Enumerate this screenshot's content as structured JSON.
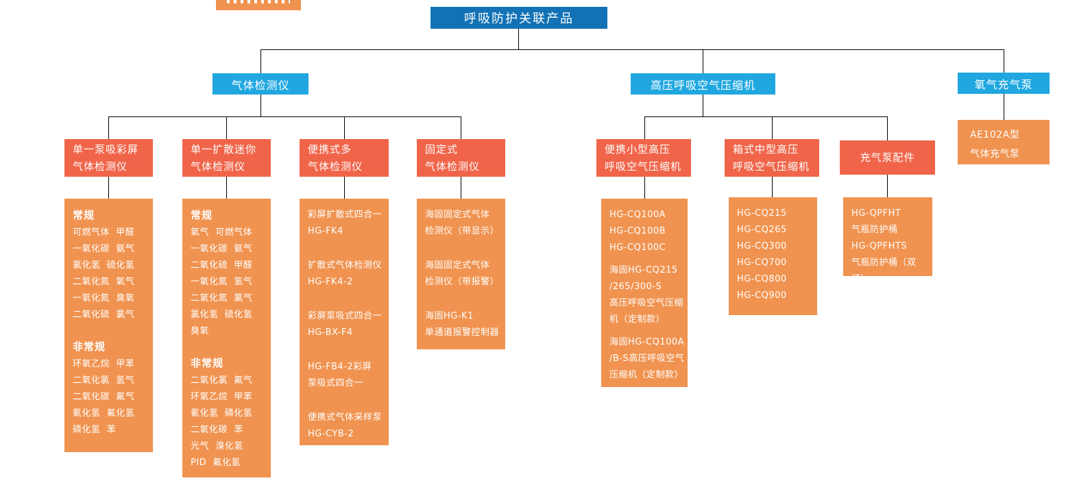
{
  "root": {
    "label": "呼吸防护关联产品"
  },
  "top_clipped": {
    "label": ""
  },
  "branches": {
    "gas_detector": {
      "label": "气体检测仪"
    },
    "compressor": {
      "label": "高压呼吸空气压缩机"
    },
    "oxygen_pump": {
      "label": "氧气充气泵"
    }
  },
  "columns": [
    {
      "id": "single-pump-colorscreen",
      "header": [
        "单一泵吸彩屏",
        "气体检测仪"
      ],
      "sections": [
        {
          "title": "常规",
          "rows": [
            "可燃气体  甲醛",
            "一氧化碳  氨气",
            "氯化氢  硫化氢",
            "二氧化氮  氧气",
            "一氧化氮  臭氧",
            "二氧化硫  氯气"
          ]
        },
        {
          "title": "非常规",
          "rows": [
            "环氧乙烷  甲苯",
            "二氧化氯  氢气",
            "二氧化碳  氟气",
            "氰化氢  氟化氢",
            "磷化氢  苯"
          ]
        }
      ]
    },
    {
      "id": "single-diffusion-mini",
      "header": [
        "单一扩散迷你",
        "气体检测仪"
      ],
      "sections": [
        {
          "title": "常规",
          "rows": [
            "氧气  可燃气体",
            "一氧化碳  氨气",
            "二氧化硫  甲醛",
            "一氧化氮  氢气",
            "二氧化氮  氯气",
            "氯化氢  硫化氢",
            "臭氧"
          ]
        },
        {
          "title": "非常规",
          "rows": [
            "二氧化氯  氟气",
            "环氧乙烷  甲苯",
            "氰化氢  磷化氢",
            "二氧化碳  苯",
            "光气  溴化氢",
            "PID  氟化氢"
          ]
        }
      ]
    },
    {
      "id": "portable-multi",
      "header": [
        "便携式多",
        "气体检测仪"
      ],
      "blocks": [
        [
          "彩屏扩散式四合一",
          "HG-FK4"
        ],
        [
          "扩散式气体检测仪",
          "HG-FK4-2"
        ],
        [
          "彩屏泵吸式四合一",
          "HG-BX-F4"
        ],
        [
          "HG-FB4-2彩屏",
          "泵吸式四合一"
        ],
        [
          "便携式气体采样泵",
          "HG-CYB-2"
        ]
      ]
    },
    {
      "id": "fixed-detector",
      "header": [
        "固定式",
        "气体检测仪"
      ],
      "blocks": [
        [
          "海固固定式气体",
          "检测仪（带显示）"
        ],
        [
          "海固固定式气体",
          "检测仪（带报警）"
        ],
        [
          "海固HG-K1",
          "单通道报警控制器"
        ]
      ]
    },
    {
      "id": "portable-small-compressor",
      "header": [
        "便携小型高压",
        "呼吸空气压缩机"
      ],
      "blocks": [
        [
          "HG-CQ100A",
          "HG-CQ100B",
          "HG-CQ100C"
        ],
        [
          "海固HG-CQ215",
          "/265/300-S",
          "高压呼吸空气压缩",
          "机（定制款）"
        ],
        [
          "海固HG-CQ100A",
          "/B-S高压呼吸空气",
          "压缩机（定制款）"
        ]
      ]
    },
    {
      "id": "box-medium-compressor",
      "header": [
        "箱式中型高压",
        "呼吸空气压缩机"
      ],
      "blocks": [
        [
          "HG-CQ215",
          "HG-CQ265",
          "HG-CQ300",
          "HG-CQ700",
          "HG-CQ800",
          "HG-CQ900"
        ]
      ]
    },
    {
      "id": "pump-accessories",
      "header": [
        "充气泵配件"
      ],
      "blocks": [
        [
          "HG-QPFHT",
          "气瓶防护桶",
          "HG-QPFHTS",
          "气瓶防护桶（双桶）"
        ]
      ]
    },
    {
      "id": "oxygen-pump-product",
      "header": [],
      "blocks": [
        [
          "AE102A型",
          "气体充气泵"
        ]
      ]
    }
  ],
  "colors": {
    "root_box": "#1272b5",
    "branch_box": "#20a7e0",
    "header_box": "#f0654a",
    "content_box": "#f09350",
    "connector": "#000000",
    "text": "#ffffff"
  }
}
